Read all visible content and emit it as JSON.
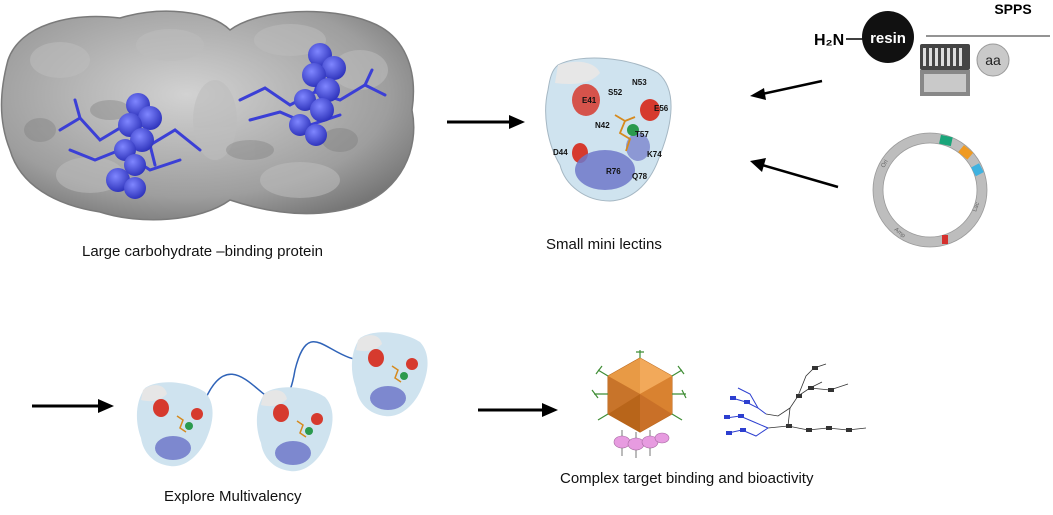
{
  "captions": {
    "large_protein": "Large carbohydrate –binding protein",
    "mini_lectins": "Small mini lectins",
    "multivalency": "Explore Multivalency",
    "complex_binding": "Complex target binding and bioactivity"
  },
  "spps": {
    "amine": "H₂N",
    "resin": "resin",
    "method": "SPPS",
    "amino_acid": "aa"
  },
  "residues": [
    "N53",
    "S52",
    "E41",
    "E56",
    "N42",
    "T57",
    "D44",
    "K74",
    "R76",
    "Q78"
  ],
  "plasmid_labels": [
    "Ori",
    "Amp",
    "Lac"
  ],
  "colors": {
    "protein_surface": "#a9a9a9",
    "ligand_blue": "#3b3fd6",
    "arrow": "#000000",
    "acidic_red": "#d63a2e",
    "basic_blue": "#6f78c9",
    "polar_light_blue": "#b9d6ea",
    "nanoparticle_orange": "#e08a34",
    "receptor_pink": "#e79be0",
    "glycan_green": "#3f8d35"
  }
}
